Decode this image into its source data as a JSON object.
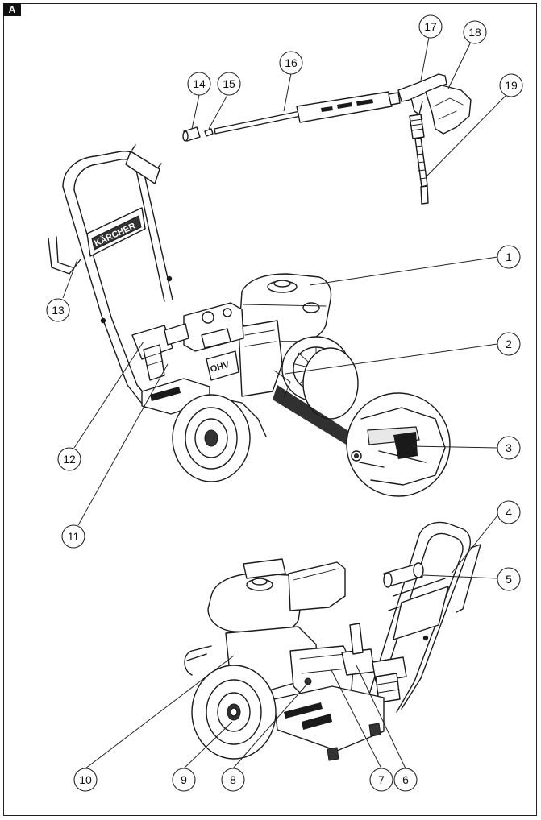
{
  "figure_tag": "A",
  "labels": {
    "brand_plate": "KÄRCHER",
    "engine_mark": "OHV"
  },
  "callouts": [
    {
      "id": 1,
      "text": "1"
    },
    {
      "id": 2,
      "text": "2"
    },
    {
      "id": 3,
      "text": "3"
    },
    {
      "id": 4,
      "text": "4"
    },
    {
      "id": 5,
      "text": "5"
    },
    {
      "id": 6,
      "text": "6"
    },
    {
      "id": 7,
      "text": "7"
    },
    {
      "id": 8,
      "text": "8"
    },
    {
      "id": 9,
      "text": "9"
    },
    {
      "id": 10,
      "text": "10"
    },
    {
      "id": 11,
      "text": "11"
    },
    {
      "id": 12,
      "text": "12"
    },
    {
      "id": 13,
      "text": "13"
    },
    {
      "id": 14,
      "text": "14"
    },
    {
      "id": 15,
      "text": "15"
    },
    {
      "id": 16,
      "text": "16"
    },
    {
      "id": 17,
      "text": "17"
    },
    {
      "id": 18,
      "text": "18"
    },
    {
      "id": 19,
      "text": "19"
    }
  ]
}
